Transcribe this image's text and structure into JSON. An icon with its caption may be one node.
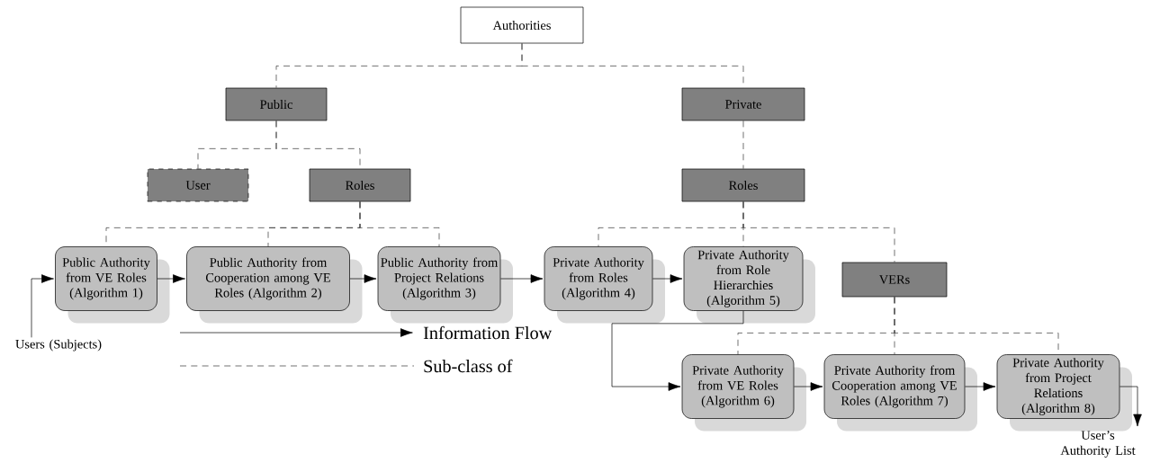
{
  "diagram": {
    "nodes": [
      {
        "text": [
          "Authorities"
        ]
      },
      {
        "text": [
          "Public"
        ]
      },
      {
        "text": [
          "Private"
        ]
      },
      {
        "text": [
          "User"
        ]
      },
      {
        "text": [
          "Roles"
        ]
      },
      {
        "text": [
          "Roles"
        ]
      },
      {
        "text": [
          "Public Authority from VE Roles (Algorithm 1)"
        ]
      },
      {
        "text": [
          "Public Authority from Cooperation among VE Roles (Algorithm 2)"
        ]
      },
      {
        "text": [
          "Public Authority from Project Relations (Algorithm 3)"
        ]
      },
      {
        "text": [
          "Private Authority from Roles (Algorithm 4)"
        ]
      },
      {
        "text": [
          "Private Authority from Role Hierarchies (Algorithm 5)"
        ]
      },
      {
        "text": [
          "VERs"
        ]
      },
      {
        "text": [
          "Private Authority from VE Roles (Algorithm 6)"
        ]
      },
      {
        "text": [
          "Private Authority from Cooperation among VE Roles (Algorithm 7)"
        ]
      },
      {
        "text": [
          "Private Authority from Project Relations (Algorithm 8)"
        ]
      },
      {
        "text": [
          "Users (Subjects)"
        ]
      },
      {
        "text": [
          "User’s Authority List"
        ]
      }
    ],
    "edges": [
      {
        "from": 0,
        "to": 1,
        "arrow": "none",
        "style": "dashed"
      },
      {
        "from": 0,
        "to": 2,
        "arrow": "none",
        "style": "dashed"
      },
      {
        "from": 1,
        "to": 3,
        "arrow": "none",
        "style": "dashed"
      },
      {
        "from": 1,
        "to": 4,
        "arrow": "none",
        "style": "dashed"
      },
      {
        "from": 4,
        "to": 6,
        "arrow": "none",
        "style": "dashed"
      },
      {
        "from": 4,
        "to": 7,
        "arrow": "none",
        "style": "dashed"
      },
      {
        "from": 4,
        "to": 8,
        "arrow": "none",
        "style": "dashed"
      },
      {
        "from": 2,
        "to": 5,
        "arrow": "none",
        "style": "dashed"
      },
      {
        "from": 5,
        "to": 9,
        "arrow": "none",
        "style": "dashed"
      },
      {
        "from": 5,
        "to": 10,
        "arrow": "none",
        "style": "dashed"
      },
      {
        "from": 5,
        "to": 11,
        "arrow": "none",
        "style": "dashed"
      },
      {
        "from": 11,
        "to": 12,
        "arrow": "none",
        "style": "dashed"
      },
      {
        "from": 11,
        "to": 13,
        "arrow": "none",
        "style": "dashed"
      },
      {
        "from": 11,
        "to": 14,
        "arrow": "none",
        "style": "dashed"
      },
      {
        "from": 15,
        "to": 6,
        "arrow": "to"
      },
      {
        "from": 6,
        "to": 7,
        "arrow": "to"
      },
      {
        "from": 7,
        "to": 8,
        "arrow": "to"
      },
      {
        "from": 8,
        "to": 9,
        "arrow": "to"
      },
      {
        "from": 9,
        "to": 10,
        "arrow": "to"
      },
      {
        "from": 10,
        "to": 12,
        "arrow": "to"
      },
      {
        "from": 12,
        "to": 13,
        "arrow": "to"
      },
      {
        "from": 13,
        "to": 14,
        "arrow": "to"
      },
      {
        "from": 14,
        "to": 16,
        "arrow": "to"
      }
    ],
    "legend": [
      {
        "text": "Information Flow"
      },
      {
        "text": "Sub-class of"
      }
    ]
  }
}
